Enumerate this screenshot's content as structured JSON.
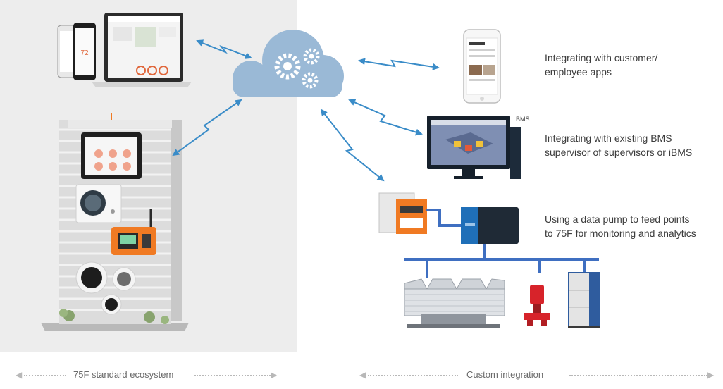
{
  "integrations": {
    "apps_line1": "Integrating with customer/",
    "apps_line2": "employee apps",
    "bms_line1": "Integrating with existing BMS",
    "bms_line2": "supervisor of supervisors or iBMS",
    "pump_line1": "Using a data pump to feed points",
    "pump_line2": "to 75F for monitoring and analytics"
  },
  "bms_label": "BMS",
  "captions": {
    "left": "75F standard ecosystem",
    "right": "Custom integration"
  },
  "colors": {
    "arrow": "#3a8cc8",
    "cloud": "#9ab9d6",
    "bus": "#3f6fc1",
    "orange": "#f07a23"
  },
  "icons": [
    "cloud-gear-icon",
    "phone-icon",
    "laptop-icon",
    "monitor-icon",
    "controller-icon",
    "chiller-icon",
    "pump-icon",
    "cabinet-icon",
    "building-icon"
  ]
}
